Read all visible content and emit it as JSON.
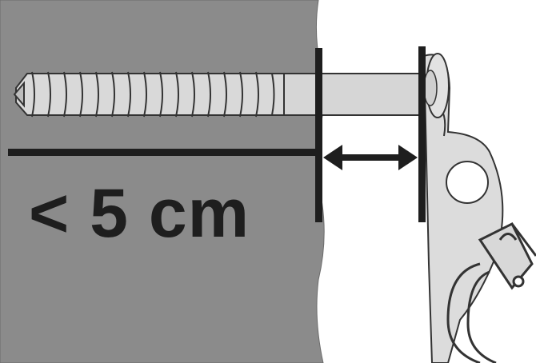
{
  "diagram": {
    "label": "< 5 cm",
    "colors": {
      "wall": "#8b8b8b",
      "line": "#1e1e1e",
      "metal": "#cfcfcf",
      "metal_light": "#dedede",
      "background": "#ffffff"
    },
    "parts": [
      "wall",
      "screw-anchor",
      "hanger-bracket",
      "carabiner",
      "distance-arrow"
    ]
  }
}
